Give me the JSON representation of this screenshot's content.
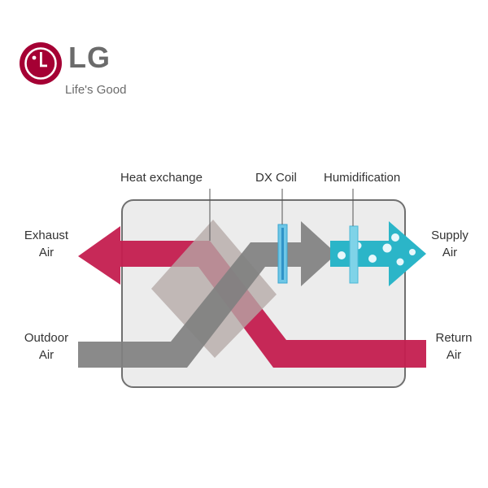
{
  "brand": {
    "name": "LG",
    "tagline": "Life's Good"
  },
  "labels": {
    "heat_exchange": "Heat exchange",
    "dx_coil": "DX Coil",
    "humidification": "Humidification",
    "exhaust_air": [
      "Exhaust",
      "Air"
    ],
    "supply_air": [
      "Supply",
      "Air"
    ],
    "outdoor_air": [
      "Outdoor",
      "Air"
    ],
    "return_air": [
      "Return",
      "Air"
    ]
  },
  "colors": {
    "brand_red": "#a50034",
    "exhaust_return_flow": "#c41e4f",
    "outdoor_supply_flow": "#8a8a8a",
    "humidified_supply": "#2bb5c8",
    "coil_element": "#6ec6e6",
    "heat_exchanger_core": "#bcb0ad",
    "unit_background": "#ececec",
    "unit_border": "#707070",
    "label_text": "#333333",
    "logo_text": "#6b6b6b"
  },
  "icons": {
    "logo": "lg-face-logo-icon"
  }
}
